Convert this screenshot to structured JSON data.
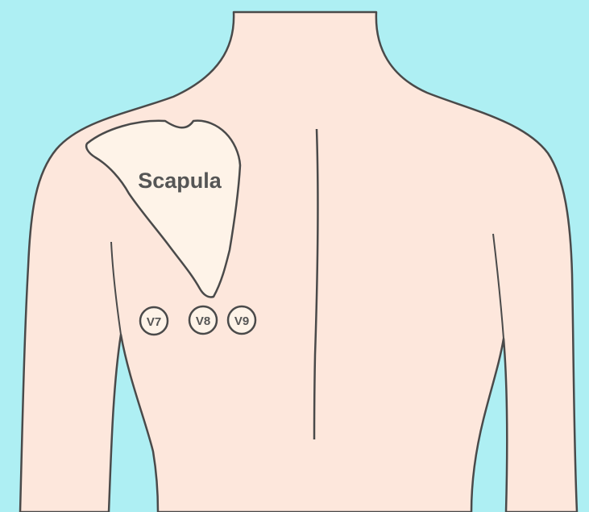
{
  "diagram": {
    "scapula_label": "Scapula",
    "leads": [
      {
        "label": "V7"
      },
      {
        "label": "V8"
      },
      {
        "label": "V9"
      }
    ],
    "colors": {
      "background": "#aeeff3",
      "skin": "#fde7dc",
      "scapula_fill": "#fef3e8",
      "outline": "#4a4a4a"
    }
  }
}
